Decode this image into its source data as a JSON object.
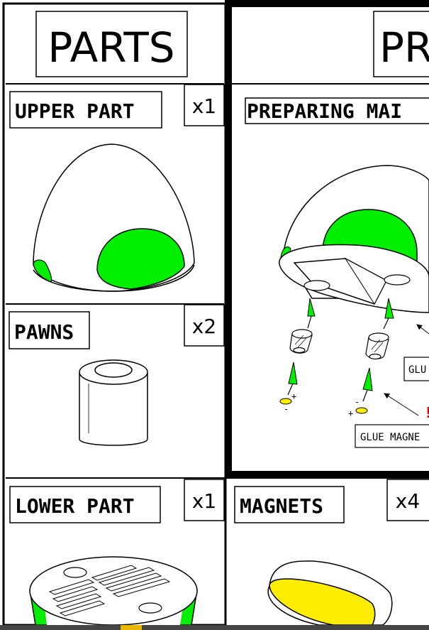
{
  "parts_panel": {
    "title": "PARTS",
    "upper_part": {
      "label": "UPPER PART",
      "qty": "x1"
    },
    "pawns": {
      "label": "PAWNS",
      "qty": "x2"
    },
    "lower_part": {
      "label": "LOWER PART",
      "qty": "x1"
    },
    "magnets": {
      "label": "MAGNETS",
      "qty": "x4"
    }
  },
  "prep_panel": {
    "title": "PR",
    "heading": "PREPARING MAI",
    "glue_label_right": "GLU",
    "glue_magnets_label": "GLUE MAGNE",
    "polarity_plus_a": "+",
    "polarity_minus_a": "-",
    "polarity_minus_b": "-",
    "polarity_plus_b": "+"
  },
  "colors": {
    "accent_green": "#00ee00",
    "magnet_yellow": "#ffee00",
    "warning_red": "#e00000"
  }
}
